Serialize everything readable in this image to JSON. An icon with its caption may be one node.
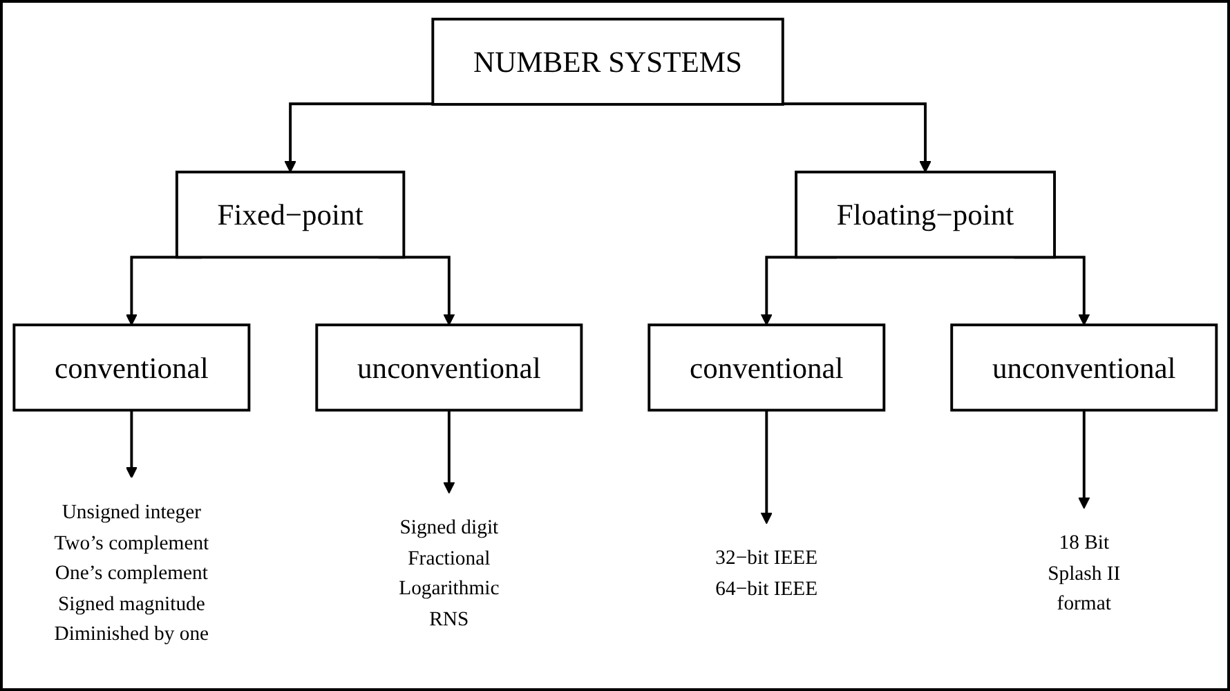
{
  "diagram": {
    "nodes": [
      {
        "text": [
          "NUMBER SYSTEMS"
        ]
      },
      {
        "text": [
          "Fixed−point"
        ]
      },
      {
        "text": [
          "Floating−point"
        ]
      },
      {
        "text": [
          "conventional"
        ]
      },
      {
        "text": [
          "unconventional"
        ]
      },
      {
        "text": [
          "conventional"
        ]
      },
      {
        "text": [
          "unconventional"
        ]
      },
      {
        "text": [
          "Unsigned integer",
          "Two’s complement",
          "One’s complement",
          "Signed magnitude",
          "Diminished by one"
        ]
      },
      {
        "text": [
          "Signed digit",
          "Fractional",
          "Logarithmic",
          "RNS"
        ]
      },
      {
        "text": [
          "32−bit IEEE",
          "64−bit IEEE"
        ]
      },
      {
        "text": [
          "18 Bit",
          "Splash II",
          "format"
        ]
      }
    ],
    "edges": [
      {
        "from": 0,
        "to": 1,
        "arrow": "to"
      },
      {
        "from": 0,
        "to": 2,
        "arrow": "to"
      },
      {
        "from": 1,
        "to": 3,
        "arrow": "to"
      },
      {
        "from": 1,
        "to": 4,
        "arrow": "to"
      },
      {
        "from": 2,
        "to": 5,
        "arrow": "to"
      },
      {
        "from": 2,
        "to": 6,
        "arrow": "to"
      },
      {
        "from": 3,
        "to": 7,
        "arrow": "to"
      },
      {
        "from": 4,
        "to": 8,
        "arrow": "to"
      },
      {
        "from": 5,
        "to": 9,
        "arrow": "to"
      },
      {
        "from": 6,
        "to": 10,
        "arrow": "to"
      }
    ]
  }
}
